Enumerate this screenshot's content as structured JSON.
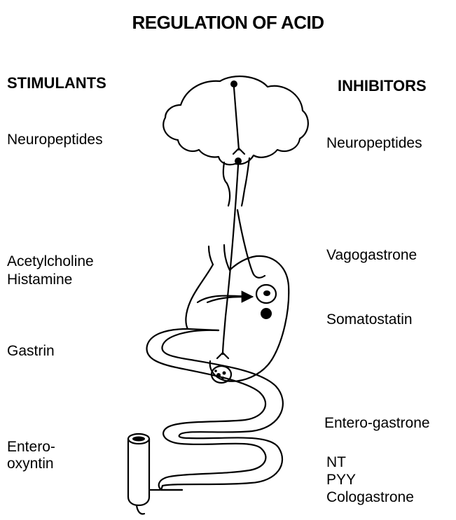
{
  "title": "REGULATION OF ACID",
  "stimulants": {
    "heading": "STIMULANTS",
    "items": [
      "Neuropeptides",
      "Acetylcholine",
      "Histamine",
      "Gastrin",
      "Entero-",
      "oxyntin"
    ]
  },
  "inhibitors": {
    "heading": "INHIBITORS",
    "items": [
      "Neuropeptides",
      "Vagogastrone",
      "Somatostatin",
      "Entero-gastrone",
      "NT",
      "PYY",
      "Cologastrone"
    ]
  }
}
